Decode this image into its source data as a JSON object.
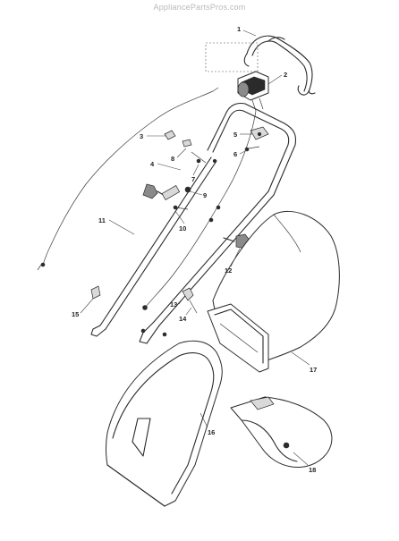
{
  "watermark": "AppliancePartsPros.com",
  "callouts": [
    {
      "id": "1",
      "label": "1"
    },
    {
      "id": "2",
      "label": "2"
    },
    {
      "id": "3",
      "label": "3"
    },
    {
      "id": "4",
      "label": "4"
    },
    {
      "id": "5",
      "label": "5"
    },
    {
      "id": "6",
      "label": "6"
    },
    {
      "id": "7",
      "label": "7"
    },
    {
      "id": "8",
      "label": "8"
    },
    {
      "id": "9",
      "label": "9"
    },
    {
      "id": "10",
      "label": "10"
    },
    {
      "id": "11",
      "label": "11"
    },
    {
      "id": "12",
      "label": "12"
    },
    {
      "id": "13",
      "label": "13"
    },
    {
      "id": "14",
      "label": "14"
    },
    {
      "id": "15",
      "label": "15"
    },
    {
      "id": "16",
      "label": "16"
    },
    {
      "id": "17",
      "label": "17"
    },
    {
      "id": "18",
      "label": "18"
    }
  ]
}
